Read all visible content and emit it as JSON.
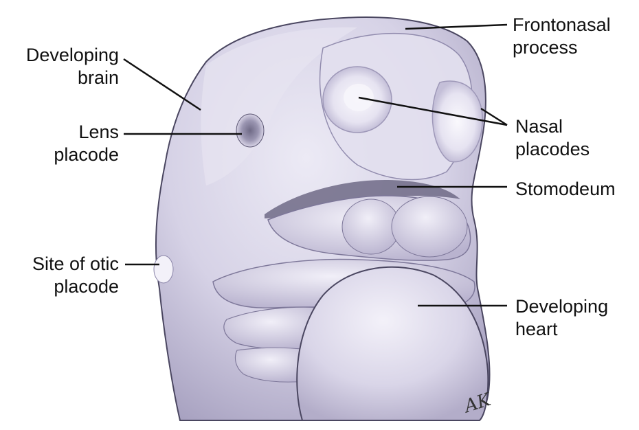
{
  "diagram": {
    "labels": {
      "developing_brain": [
        "Developing",
        "brain"
      ],
      "lens_placode": [
        "Lens",
        "placode"
      ],
      "otic_placode": [
        "Site of otic",
        "placode"
      ],
      "frontonasal_process": [
        "Frontonasal",
        "process"
      ],
      "nasal_placodes": [
        "Nasal",
        "placodes"
      ],
      "stomodeum": [
        "Stomodeum"
      ],
      "developing_heart": [
        "Developing",
        "heart"
      ]
    },
    "colors": {
      "embryo_base": "#d9d5e8",
      "embryo_highlight": "#f0eef8",
      "embryo_shadow": "#8a84a8",
      "outline": "#4a4660",
      "leader_line": "#111111",
      "text": "#111111"
    },
    "signature_mark": "AK"
  }
}
